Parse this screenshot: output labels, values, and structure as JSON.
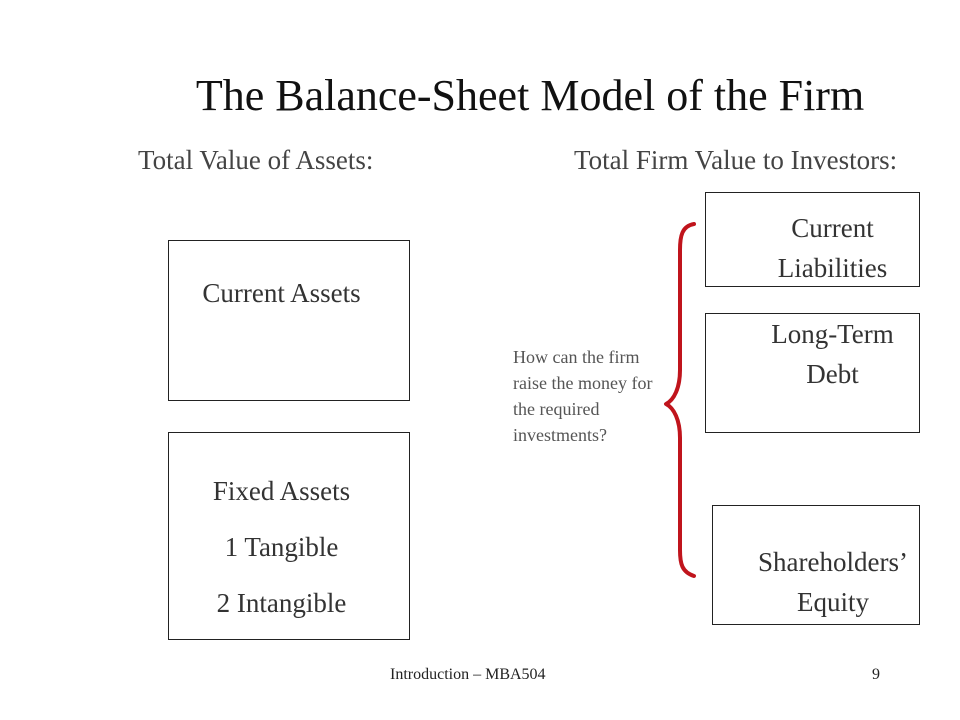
{
  "title": "The Balance-Sheet Model of the Firm",
  "headings": {
    "assets": "Total Value of Assets:",
    "investors": "Total Firm Value to Investors:"
  },
  "assets": {
    "current": "Current Assets",
    "fixed": {
      "label": "Fixed Assets",
      "item1": "1 Tangible",
      "item2": "2 Intangible"
    }
  },
  "liabilities": {
    "current": [
      "Current",
      "Liabilities"
    ],
    "long_term_debt": [
      "Long-Term",
      "Debt"
    ],
    "equity": [
      "Shareholders’",
      "Equity"
    ]
  },
  "question": "How can the firm raise the money for the required investments?",
  "footer": {
    "left": "Introduction – MBA504",
    "page": "9"
  },
  "colors": {
    "brace": "#c0141c"
  }
}
